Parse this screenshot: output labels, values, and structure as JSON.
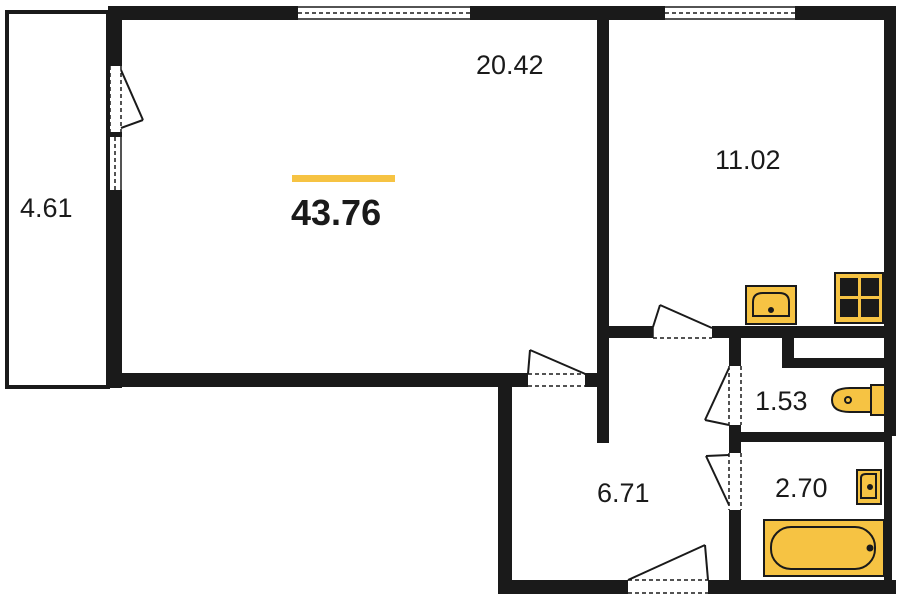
{
  "plan": {
    "total_area": "43.76",
    "rooms": {
      "balcony": "4.61",
      "living_room": "20.42",
      "kitchen": "11.02",
      "hallway": "6.71",
      "toilet": "1.53",
      "bathroom": "2.70"
    }
  },
  "colors": {
    "wall": "#1a1a1a",
    "accent": "#f6c343",
    "fixture_fill": "#f6c343",
    "fixture_stroke": "#1a1a1a",
    "background": "#ffffff"
  }
}
